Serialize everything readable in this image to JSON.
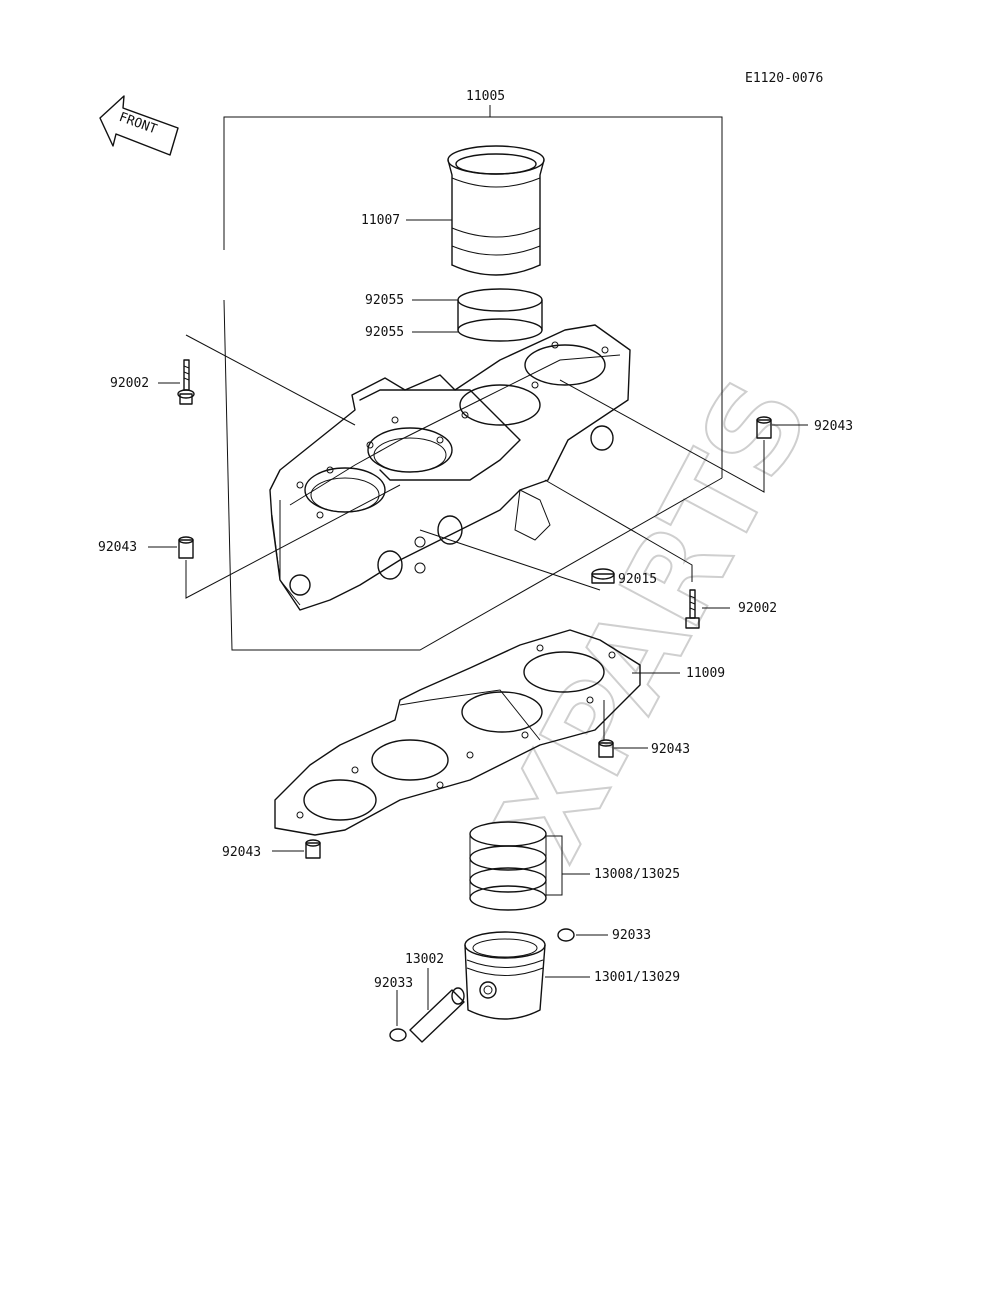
{
  "diagram": {
    "ref_code": "E1120-0076",
    "front_label": "FRONT",
    "watermark": "XPARTS",
    "labels": {
      "cylinder_assy": "11005",
      "liner": "11007",
      "oring_top": "92055",
      "oring_bottom": "92055",
      "bolt_left": "92002",
      "dowel_right_top": "92043",
      "dowel_left": "92043",
      "plug": "92015",
      "bolt_right": "92002",
      "gasket": "11009",
      "dowel_gasket_right": "92043",
      "dowel_gasket_left": "92043",
      "ring_set": "13008/13025",
      "circlip_right": "92033",
      "pin": "13002",
      "circlip_left": "92033",
      "piston": "13001/13029"
    }
  }
}
